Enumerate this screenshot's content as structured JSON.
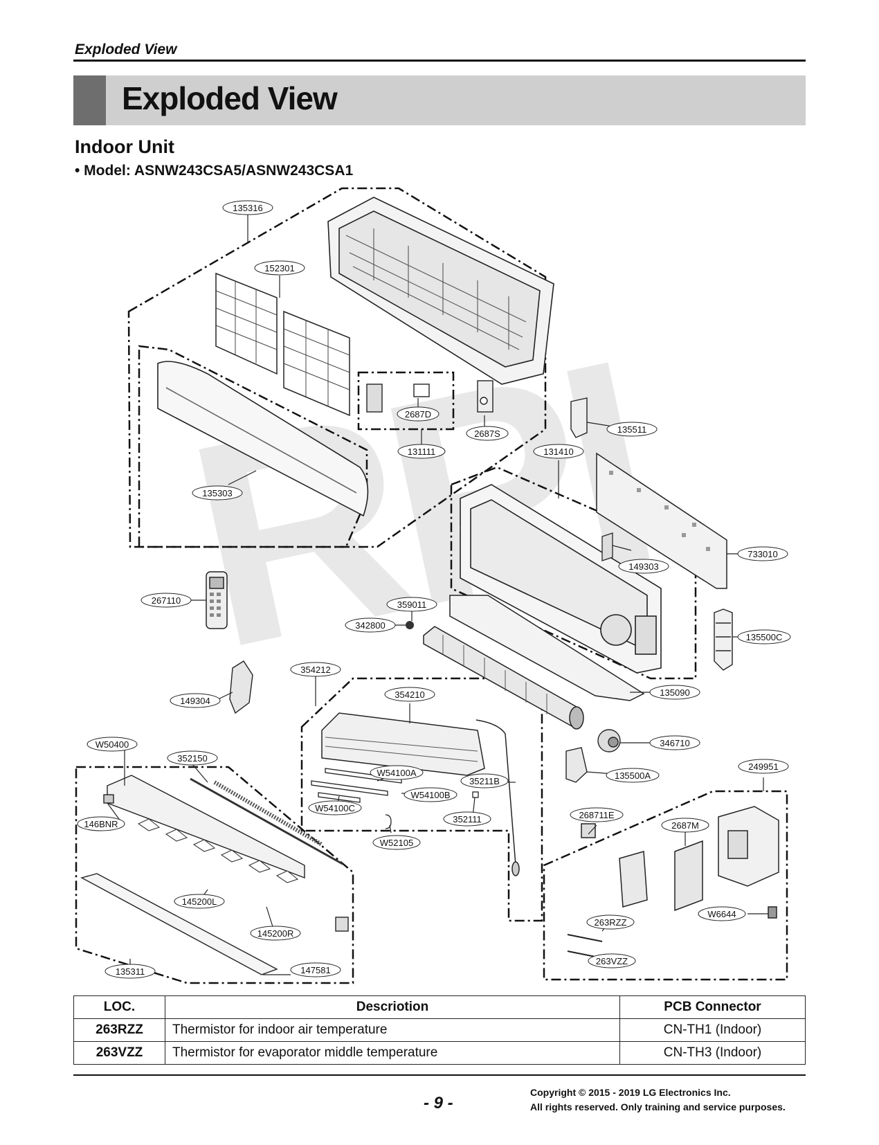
{
  "header": {
    "running_title": "Exploded View",
    "page_title": "Exploded View",
    "section_title": "Indoor Unit",
    "model_line": "• Model: ASNW243CSA5/ASNW243CSA1"
  },
  "watermark": "RPI",
  "part_labels": {
    "p135316": "135316",
    "p152301": "152301",
    "p135303": "135303",
    "p2687D": "2687D",
    "p131111": "131111",
    "p2687S": "2687S",
    "p135511": "135511",
    "p131410": "131410",
    "p733010": "733010",
    "p149303": "149303",
    "p267110": "267110",
    "p359011": "359011",
    "p342800": "342800",
    "p135500C": "135500C",
    "p354212": "354212",
    "p354210": "354210",
    "p135090": "135090",
    "p149304": "149304",
    "pW50400": "W50400",
    "p352150": "352150",
    "p346710": "346710",
    "pW54100A": "W54100A",
    "p135500A": "135500A",
    "p249951": "249951",
    "p35211B": "35211B",
    "pW54100B": "W54100B",
    "pW54100C": "W54100C",
    "p352111": "352111",
    "p146BNR": "146BNR",
    "p268711E": "268711E",
    "p2687M": "2687M",
    "pW52105": "W52105",
    "p145200L": "145200L",
    "pW6644": "W6644",
    "p263RZZ": "263RZZ",
    "p145200R": "145200R",
    "p263VZZ": "263VZZ",
    "p135311": "135311",
    "p147581": "147581"
  },
  "table": {
    "headers": [
      "LOC.",
      "Descriotion",
      "PCB Connector"
    ],
    "rows": [
      {
        "loc": "263RZZ",
        "description": "Thermistor for indoor air temperature",
        "connector": "CN-TH1 (Indoor)"
      },
      {
        "loc": "263VZZ",
        "description": "Thermistor for evaporator middle temperature",
        "connector": "CN-TH3 (Indoor)"
      }
    ]
  },
  "footer": {
    "page_number": "- 9 -",
    "copyright_line1": "Copyright © 2015 - 2019 LG Electronics Inc.",
    "copyright_line2": "All rights reserved. Only training and service purposes."
  }
}
